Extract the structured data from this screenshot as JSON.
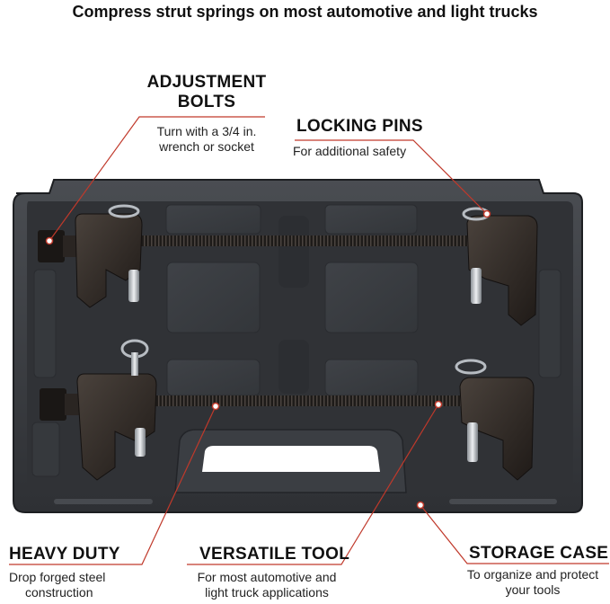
{
  "headline": "Compress strut springs on most automotive and light trucks",
  "callouts": {
    "adjustment_bolts": {
      "title_line1": "ADJUSTMENT",
      "title_line2": "BOLTS",
      "desc_line1": "Turn with a 3/4 in.",
      "desc_line2": "wrench or socket"
    },
    "locking_pins": {
      "title": "LOCKING PINS",
      "desc": "For additional safety"
    },
    "heavy_duty": {
      "title": "HEAVY DUTY",
      "desc_line1": "Drop forged steel",
      "desc_line2": "construction"
    },
    "versatile_tool": {
      "title": "VERSATILE TOOL",
      "desc_line1": "For most automotive and",
      "desc_line2": "light truck applications"
    },
    "storage_case": {
      "title": "STORAGE CASE",
      "desc_line1": "To organize and protect",
      "desc_line2": "your tools"
    }
  },
  "colors": {
    "callout_line": "#c0392b",
    "case": "#3a3d42",
    "case_dark": "#2a2c30",
    "steel": "#2b2623"
  }
}
